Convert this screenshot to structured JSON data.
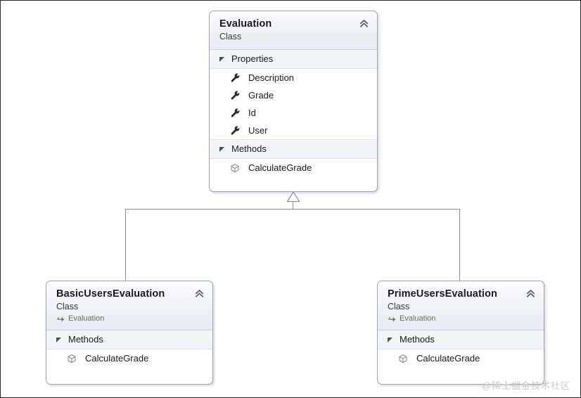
{
  "diagram": {
    "type": "uml-class-diagram",
    "background_color": "#ffffff",
    "border_color": "#2b2b2b",
    "connector_color": "#8d929b",
    "classes": [
      {
        "id": "evaluation",
        "name": "Evaluation",
        "stereotype": "Class",
        "base_class": null,
        "collapse_icon": "chevron-double-up-icon",
        "sections": [
          {
            "title": "Properties",
            "expander_icon": "triangle-expanded-icon",
            "members": [
              {
                "name": "Description",
                "icon": "property-wrench-icon"
              },
              {
                "name": "Grade",
                "icon": "property-wrench-icon"
              },
              {
                "name": "Id",
                "icon": "property-wrench-icon"
              },
              {
                "name": "User",
                "icon": "property-wrench-icon"
              }
            ]
          },
          {
            "title": "Methods",
            "expander_icon": "triangle-expanded-icon",
            "members": [
              {
                "name": "CalculateGrade",
                "icon": "method-cube-icon"
              }
            ]
          }
        ]
      },
      {
        "id": "basic-users-evaluation",
        "name": "BasicUsersEvaluation",
        "stereotype": "Class",
        "base_class": "Evaluation",
        "base_icon": "inheritance-arrow-icon",
        "collapse_icon": "chevron-double-up-icon",
        "sections": [
          {
            "title": "Methods",
            "expander_icon": "triangle-expanded-icon",
            "members": [
              {
                "name": "CalculateGrade",
                "icon": "method-cube-icon"
              }
            ]
          }
        ]
      },
      {
        "id": "prime-users-evaluation",
        "name": "PrimeUsersEvaluation",
        "stereotype": "Class",
        "base_class": "Evaluation",
        "base_icon": "inheritance-arrow-icon",
        "collapse_icon": "chevron-double-up-icon",
        "sections": [
          {
            "title": "Methods",
            "expander_icon": "triangle-expanded-icon",
            "members": [
              {
                "name": "CalculateGrade",
                "icon": "method-cube-icon"
              }
            ]
          }
        ]
      }
    ],
    "relationships": [
      {
        "type": "generalization",
        "from": "BasicUsersEvaluation",
        "to": "Evaluation",
        "arrow_icon": "hollow-triangle-arrow-icon"
      },
      {
        "type": "generalization",
        "from": "PrimeUsersEvaluation",
        "to": "Evaluation",
        "arrow_icon": "hollow-triangle-arrow-icon"
      }
    ]
  },
  "watermark": {
    "text": "@稀土掘金技术社区"
  }
}
